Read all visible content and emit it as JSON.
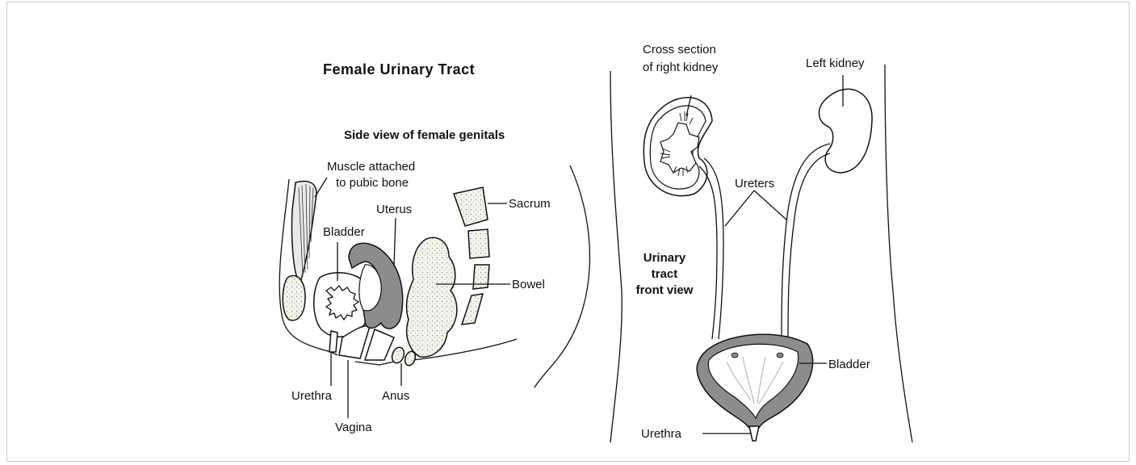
{
  "side_view": {
    "title": "Female Urinary Tract",
    "subtitle": "Side view of female genitals",
    "labels": {
      "muscle_line1": "Muscle attached",
      "muscle_line2": "to pubic bone",
      "uterus": "Uterus",
      "sacrum": "Sacrum",
      "bladder": "Bladder",
      "bowel": "Bowel",
      "urethra": "Urethra",
      "anus": "Anus",
      "vagina": "Vagina"
    }
  },
  "front_view": {
    "heading_line1": "Urinary",
    "heading_line2": "tract",
    "heading_line3": "front view",
    "labels": {
      "cross_section_line1": "Cross section",
      "cross_section_line2": "of right kidney",
      "left_kidney": "Left kidney",
      "ureters": "Ureters",
      "bladder": "Bladder",
      "urethra": "Urethra"
    }
  },
  "colors": {
    "organ_gray": "#8c8c8c",
    "stipple": "#efefe6",
    "line": "#111111"
  }
}
